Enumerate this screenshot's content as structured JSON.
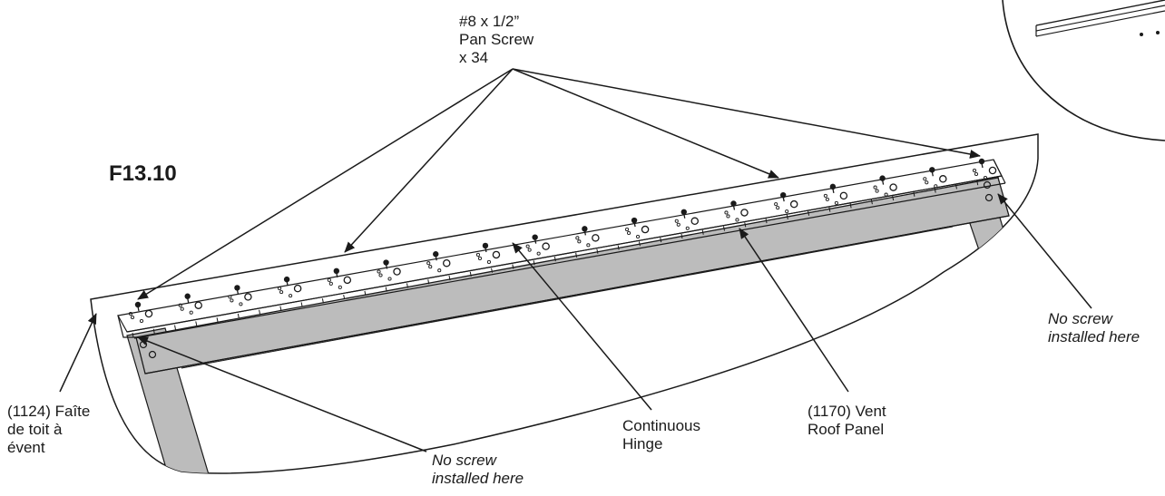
{
  "figure_id": "F13.10",
  "labels": {
    "screw_line1": "#8 x 1/2”",
    "screw_line2": "Pan Screw",
    "screw_line3": "x 34",
    "ridge_line1": "(1124) Faîte",
    "ridge_line2": "de toit à",
    "ridge_line3": "évent",
    "noscrew_line1": "No screw",
    "noscrew_line2": "installed here",
    "hinge_line1": "Continuous",
    "hinge_line2": "Hinge",
    "panel_line1": "(1170) Vent",
    "panel_line2": "Roof Panel"
  },
  "colors": {
    "line": "#1a1a1a",
    "panel_fill": "#bcbcbc",
    "background": "#ffffff"
  }
}
